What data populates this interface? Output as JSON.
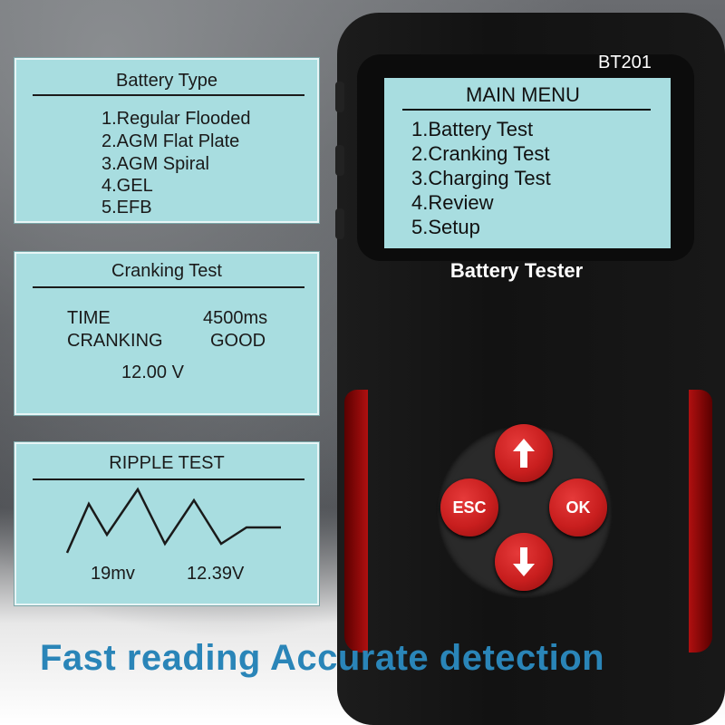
{
  "panels": {
    "battery_type": {
      "title": "Battery Type",
      "items": [
        "1.Regular Flooded",
        "2.AGM Flat Plate",
        "3.AGM Spiral",
        "4.GEL",
        "5.EFB"
      ]
    },
    "cranking": {
      "title": "Cranking Test",
      "time_label": "TIME",
      "time_value": "4500ms",
      "cranking_label": "CRANKING",
      "cranking_value": "GOOD",
      "voltage": "12.00 V"
    },
    "ripple": {
      "title": "RIPPLE TEST",
      "ripple_value": "19mv",
      "voltage": "12.39V"
    }
  },
  "device": {
    "model": "BT201",
    "brand": "Battery Tester",
    "screen": {
      "title": "MAIN MENU",
      "items": [
        "1.Battery Test",
        "2.Cranking Test",
        "3.Charging Test",
        "4.Review",
        "5.Setup"
      ]
    },
    "buttons": {
      "up": "up-arrow-icon",
      "down": "down-arrow-icon",
      "esc": "ESC",
      "ok": "OK"
    },
    "colors": {
      "button_red": "#c81e1e",
      "lcd": "#a8dde0",
      "body": "#141414"
    }
  },
  "tagline": "Fast reading Accurate detection",
  "tagline_color": "#2a85b8"
}
